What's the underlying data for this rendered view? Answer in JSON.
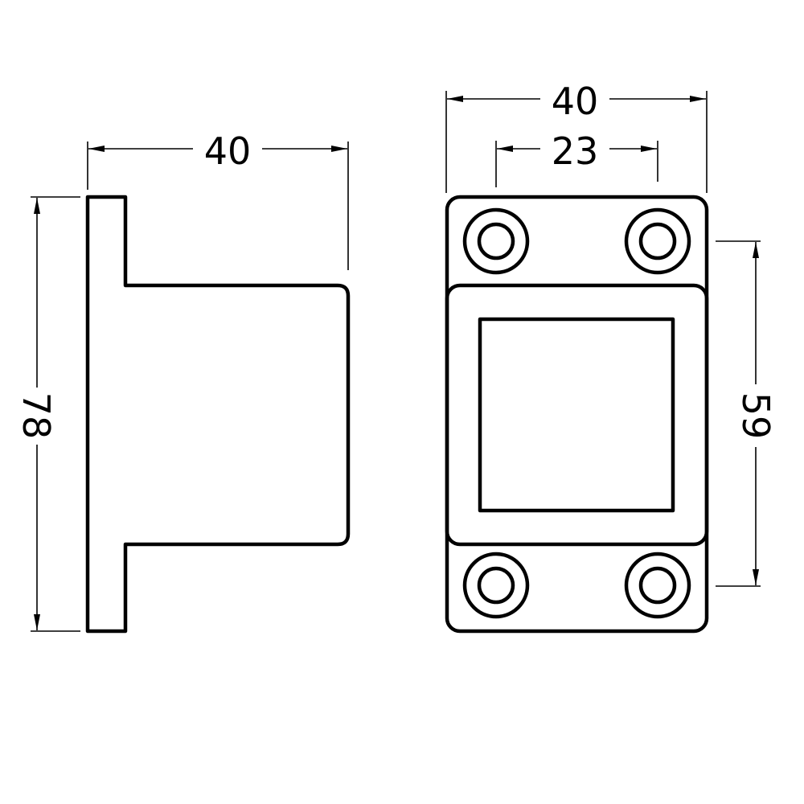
{
  "side_view": {
    "width_label": "40",
    "height_label": "78"
  },
  "front_view": {
    "width_label": "40",
    "hole_spacing_label": "23",
    "vertical_hole_spacing_label": "59"
  },
  "colors": {
    "stroke": "#000000",
    "background": "#ffffff"
  }
}
